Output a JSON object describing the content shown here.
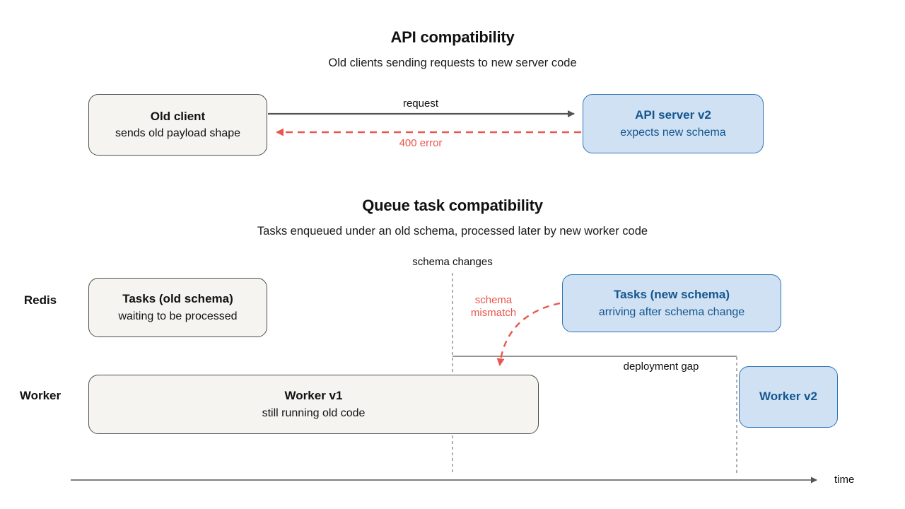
{
  "colors": {
    "blue_fill": "#cfe1f3",
    "blue_border": "#2e74b5",
    "blue_text": "#15568f",
    "gray_fill": "#f5f4f1",
    "gray_border": "#4d4d4d",
    "red": "#e9564c",
    "line_gray": "#555555",
    "dash_gray": "#777777",
    "text": "#111111",
    "background": "#ffffff"
  },
  "api_section": {
    "title": "API compatibility",
    "subtitle": "Old clients sending requests to new server code",
    "old_client": {
      "title": "Old client",
      "subtitle": "sends old payload shape"
    },
    "api_server": {
      "title": "API server v2",
      "subtitle": "expects new schema"
    },
    "request_label": "request",
    "error_label": "400 error"
  },
  "queue_section": {
    "title": "Queue task compatibility",
    "subtitle": "Tasks enqueued under an old schema, processed later by new worker code",
    "schema_changes_label": "schema changes",
    "schema_mismatch_label": "schema mismatch",
    "deployment_gap_label": "deployment gap",
    "lanes": {
      "redis": "Redis",
      "worker": "Worker"
    },
    "tasks_old": {
      "title": "Tasks (old schema)",
      "subtitle": "waiting to be processed"
    },
    "tasks_new": {
      "title": "Tasks (new schema)",
      "subtitle": "arriving after schema change"
    },
    "worker_v1": {
      "title": "Worker v1",
      "subtitle": "still running old code"
    },
    "worker_v2": {
      "title": "Worker v2"
    },
    "time_label": "time"
  }
}
